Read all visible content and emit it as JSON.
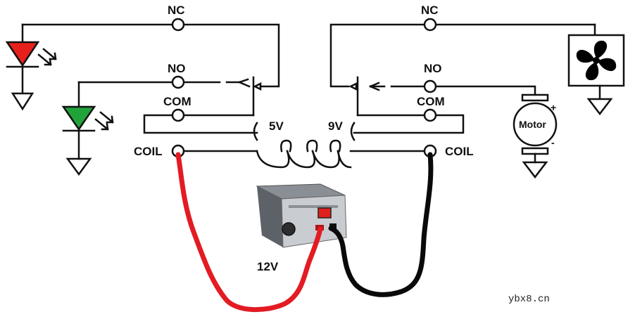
{
  "relay_left": {
    "nc_label": "NC",
    "no_label": "NO",
    "com_label": "COM",
    "coil_label": "COIL",
    "coil_voltage": "5V"
  },
  "relay_right": {
    "nc_label": "NC",
    "no_label": "NO",
    "com_label": "COM",
    "coil_label": "COIL",
    "coil_voltage": "9V"
  },
  "supply_voltage": "12V",
  "motor": {
    "label": "Motor",
    "plus": "+",
    "minus": "-"
  },
  "watermark": "ybx8.cn",
  "colors": {
    "wire": "#111111",
    "red_led": "#e8201c",
    "green_led": "#22a33a",
    "positive_lead": "#e31b23",
    "negative_lead": "#0a0a0a",
    "fan": "#000000"
  }
}
